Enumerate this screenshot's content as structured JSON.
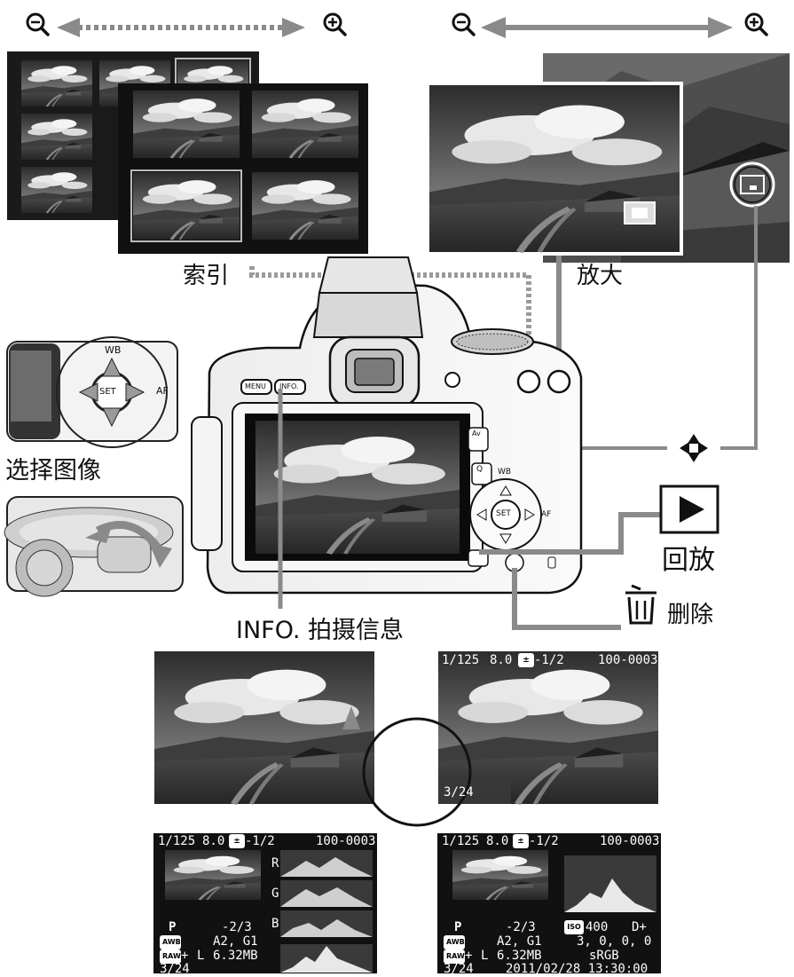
{
  "labels": {
    "index": "索引",
    "magnify": "放大",
    "select_image": "选择图像",
    "playback": "回放",
    "delete": "删除",
    "info": "INFO. 拍摄信息"
  },
  "camera": {
    "menu_button": "MENU",
    "info_button": "INFO.",
    "wb": "WB",
    "set": "SET",
    "af": "AF",
    "av": "Av",
    "q": "Q"
  },
  "icons": {
    "zoom_out": "zoom-out-icon",
    "zoom_in": "zoom-in-icon",
    "cross_keys": "cross-keys-icon",
    "play": "play-icon",
    "trash": "trash-icon"
  },
  "screens": {
    "basic": {
      "top_shutter": "1/125",
      "top_aperture": "8.0",
      "top_exp": "-1/2",
      "top_file": "100-0003",
      "counter": "3/24"
    },
    "rgb": {
      "top_shutter": "1/125",
      "top_aperture": "8.0",
      "top_exp": "-1/2",
      "top_file": "100-0003",
      "mode": "P",
      "flash_comp": "-2/3",
      "wb_shift": "A2, G1",
      "quality": "+",
      "quality_size": "L",
      "file_size": "6.32MB",
      "counter": "3/24",
      "hist_r": "R",
      "hist_g": "G",
      "hist_b": "B"
    },
    "bright": {
      "top_shutter": "1/125",
      "top_aperture": "8.0",
      "top_exp": "-1/2",
      "top_file": "100-0003",
      "mode": "P",
      "flash_comp": "-2/3",
      "iso": "400",
      "d_plus": "D+",
      "wb_shift": "A2, G1",
      "picture_style": "3,  0,  0,  0",
      "quality": "+",
      "quality_size": "L",
      "file_size": "6.32MB",
      "color_space": "sRGB",
      "counter": "3/24",
      "datetime": "2011/02/28  13:30:00"
    }
  },
  "colors": {
    "ink": "#111111",
    "arrow_gray": "#8a8a8a",
    "sky_dark": "#3a3a3a",
    "screen_black": "#0b0b0b"
  }
}
